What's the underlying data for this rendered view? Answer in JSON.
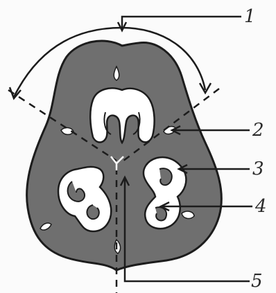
{
  "labels": [
    {
      "id": "1",
      "text": "1"
    },
    {
      "id": "2",
      "text": "2"
    },
    {
      "id": "3",
      "text": "3"
    },
    {
      "id": "4",
      "text": "4"
    },
    {
      "id": "5",
      "text": "5"
    }
  ],
  "colors": {
    "body_fill": "#6f6f6f",
    "outline": "#1c1c1c",
    "cavity_fill": "#ffffff",
    "line": "#2b2b2b",
    "background": "#fbfbfb"
  }
}
